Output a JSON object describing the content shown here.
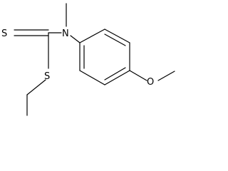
{
  "molecule": {
    "atoms": {
      "thione_sulfur": "S",
      "thioester_sulfur": "S",
      "amine_nitrogen": "N",
      "ether_oxygen": "O"
    }
  }
}
